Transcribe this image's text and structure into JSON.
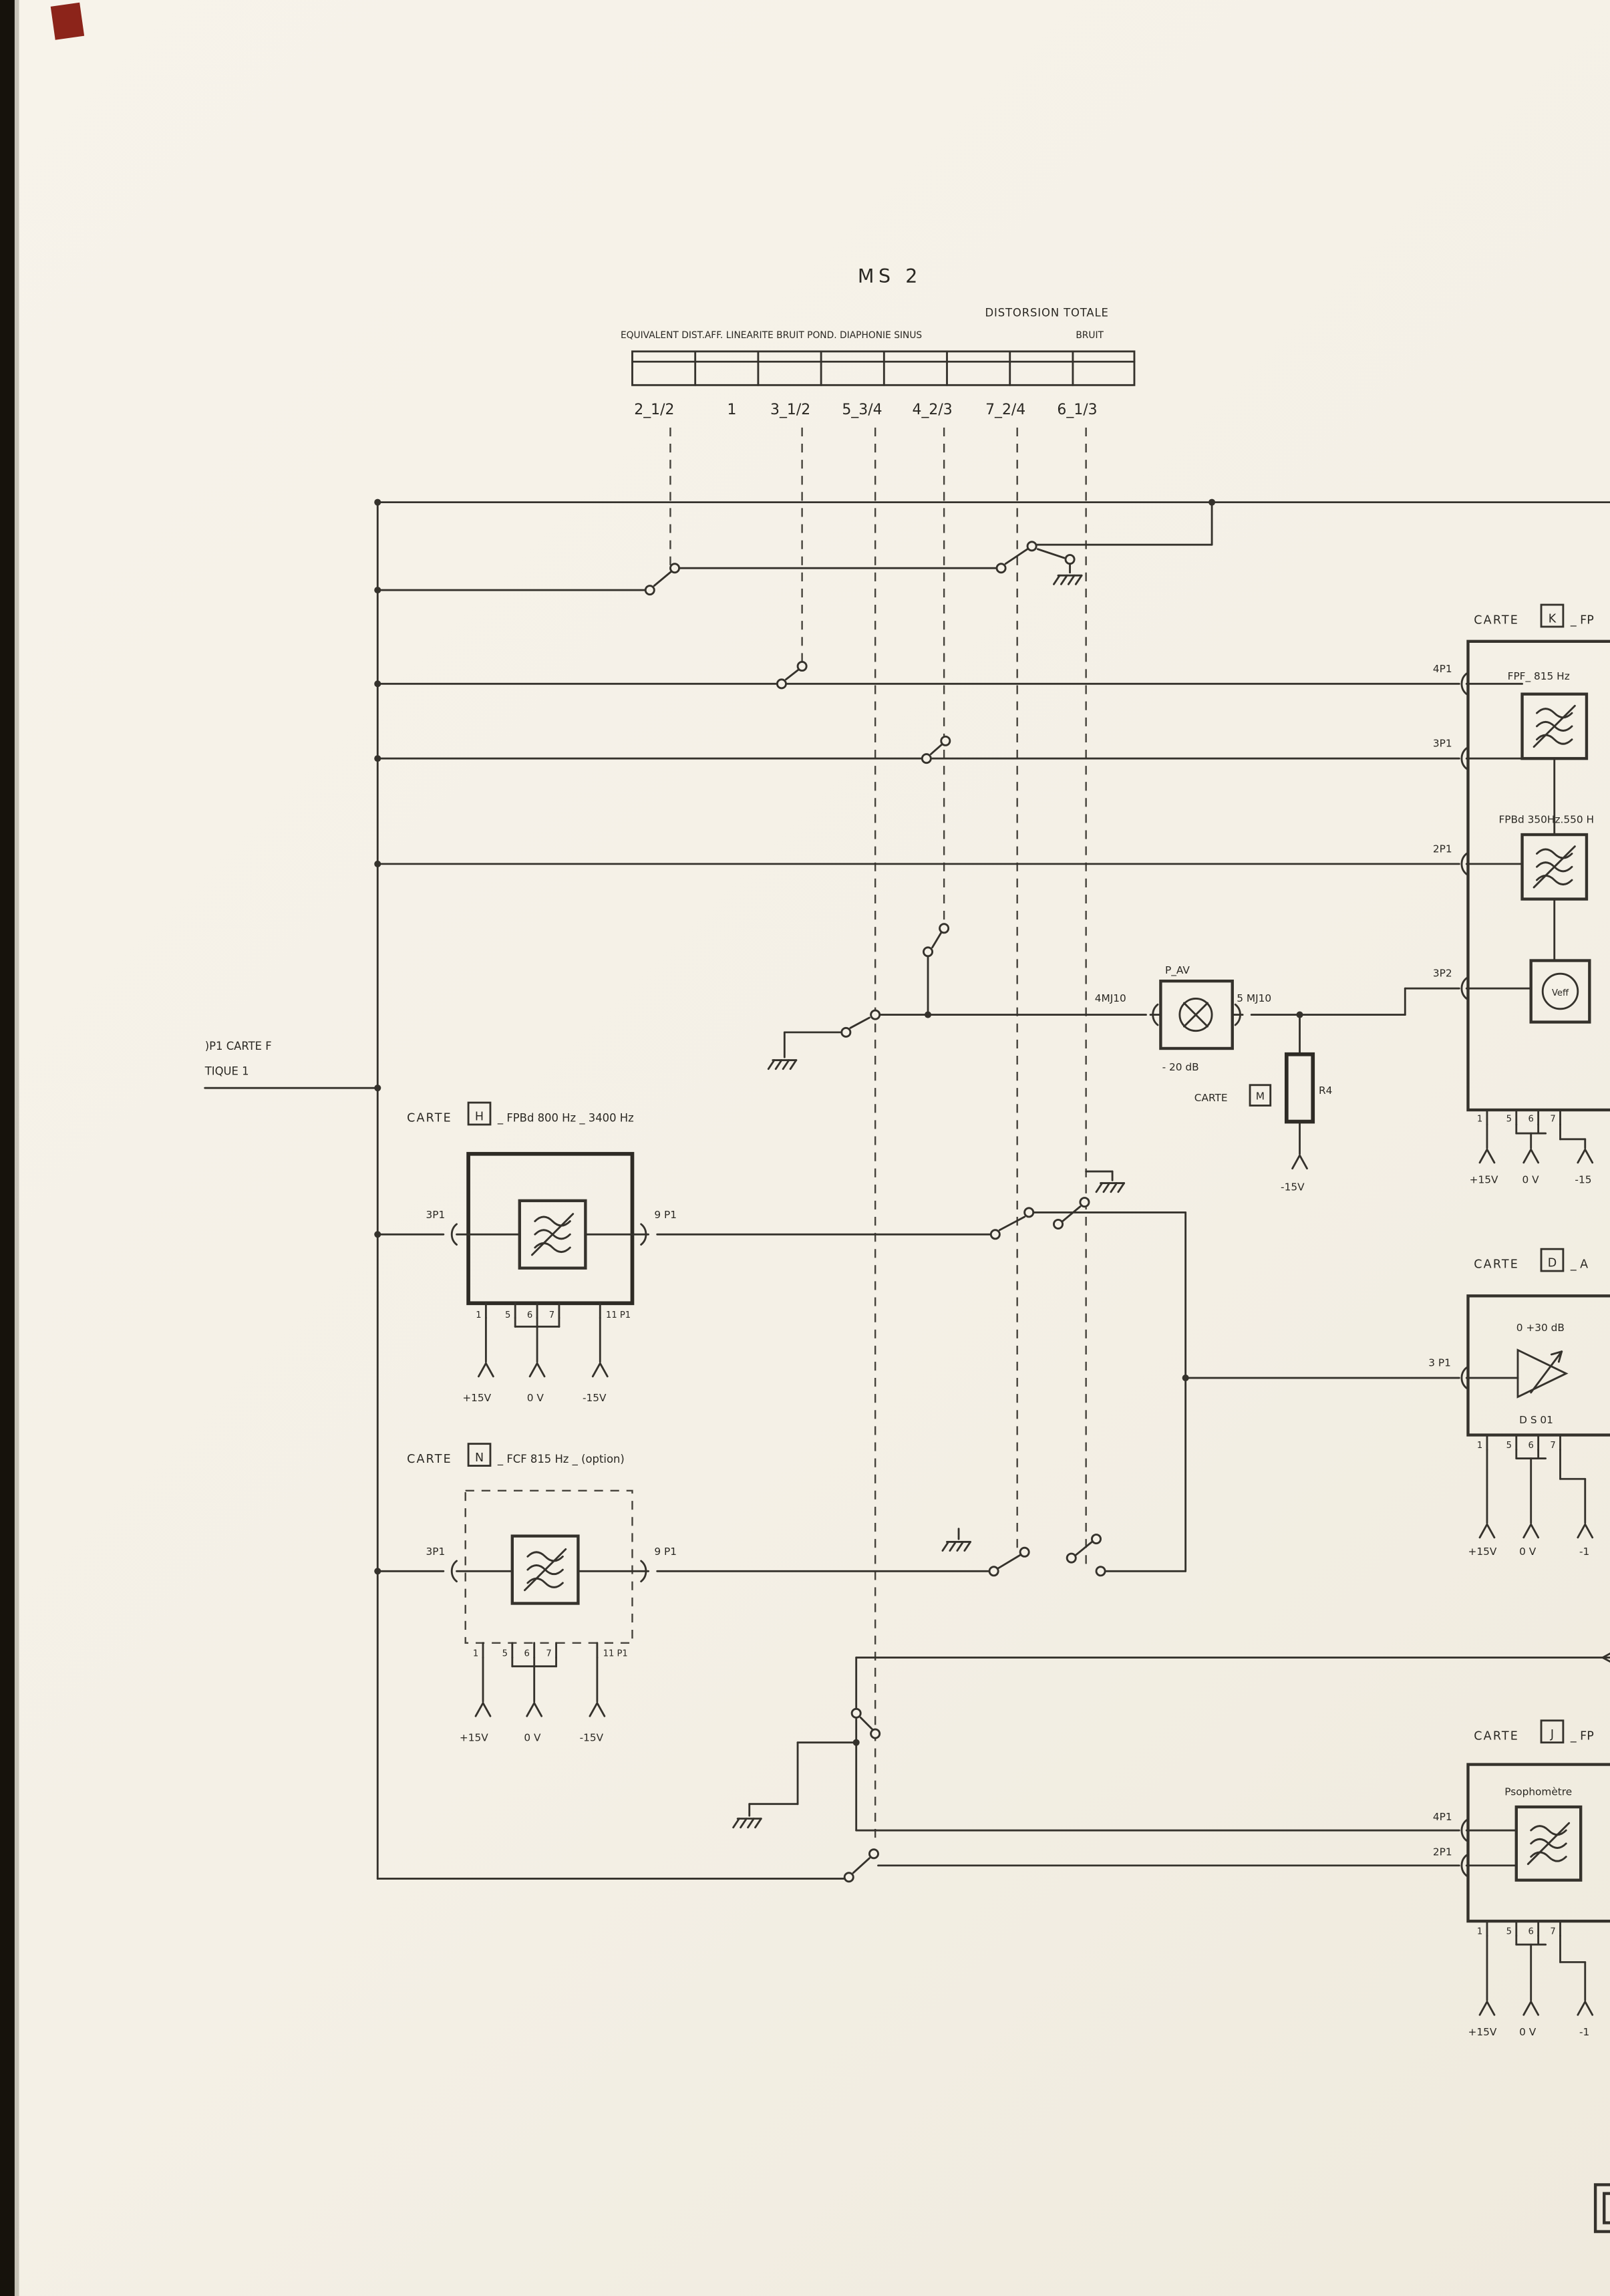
{
  "page": {
    "title": "MS  2",
    "header": {
      "distorsion": "DISTORSION  TOTALE",
      "columns_left": "EQUIVALENT DIST.AFF. LINEARITE BRUIT POND. DIAPHONIE SINUS",
      "columns_right": "BRUIT",
      "selectors": [
        "2_1/2",
        "1",
        "3_1/2",
        "5_3/4",
        "4_2/3",
        "7_2/4",
        "6_1/3"
      ]
    },
    "left_note": {
      "line1": ")P1  CARTE  F",
      "line2": "TIQUE    1"
    },
    "carte_k": {
      "label": "CARTE",
      "letter": "K",
      "suffix": "_ FP",
      "filter1": "FPF_  815 Hz",
      "filter2": "FPBd  350Hz.550 H",
      "meter": "Veff",
      "port_4p1": "4P1",
      "port_3p1": "3P1",
      "port_2p1": "2P1",
      "port_3p2": "3P2",
      "pins": [
        "1",
        "5",
        "6",
        "7"
      ],
      "supply_pos": "+15V",
      "supply_zero": "0 V",
      "supply_neg": "-15"
    },
    "p_av": {
      "label": "P_AV",
      "port_left": "4MJ10",
      "port_right": "5 MJ10",
      "attenuation": "- 20 dB"
    },
    "carte_m": {
      "label": "CARTE",
      "letter": "M",
      "resistor": "R4",
      "supply_neg": "-15V"
    },
    "carte_h": {
      "label": "CARTE",
      "letter": "H",
      "suffix": "_ FPBd   800 Hz _ 3400 Hz",
      "port_in": "3P1",
      "port_out": "9 P1",
      "pins": [
        "1",
        "5",
        "6",
        "7"
      ],
      "pin_11p1": "11 P1",
      "supply_pos": "+15V",
      "supply_zero": "0 V",
      "supply_neg": "-15V"
    },
    "carte_n": {
      "label": "CARTE",
      "letter": "N",
      "suffix": "_ FCF  815 Hz _ (option)",
      "port_in": "3P1",
      "port_out": "9 P1",
      "pins": [
        "1",
        "5",
        "6",
        "7"
      ],
      "pin_11p1": "11 P1",
      "supply_pos": "+15V",
      "supply_zero": "0 V",
      "supply_neg": "-15V"
    },
    "carte_d": {
      "label": "CARTE",
      "letter": "D",
      "suffix": "_ A",
      "gain": "0      +30 dB",
      "device": "D S 01",
      "port_in": "3 P1",
      "pins": [
        "1",
        "5",
        "6",
        "7"
      ],
      "supply_pos": "+15V",
      "supply_zero": "0 V",
      "supply_neg": "-1"
    },
    "carte_j": {
      "label": "CARTE",
      "letter": "J",
      "suffix": "_ FP",
      "device": "Psophomètre",
      "port_4p1": "4P1",
      "port_2p1": "2P1",
      "pins": [
        "1",
        "5",
        "6",
        "7"
      ],
      "supply_pos": "+15V",
      "supply_zero": "0 V",
      "supply_neg": "-1"
    }
  }
}
